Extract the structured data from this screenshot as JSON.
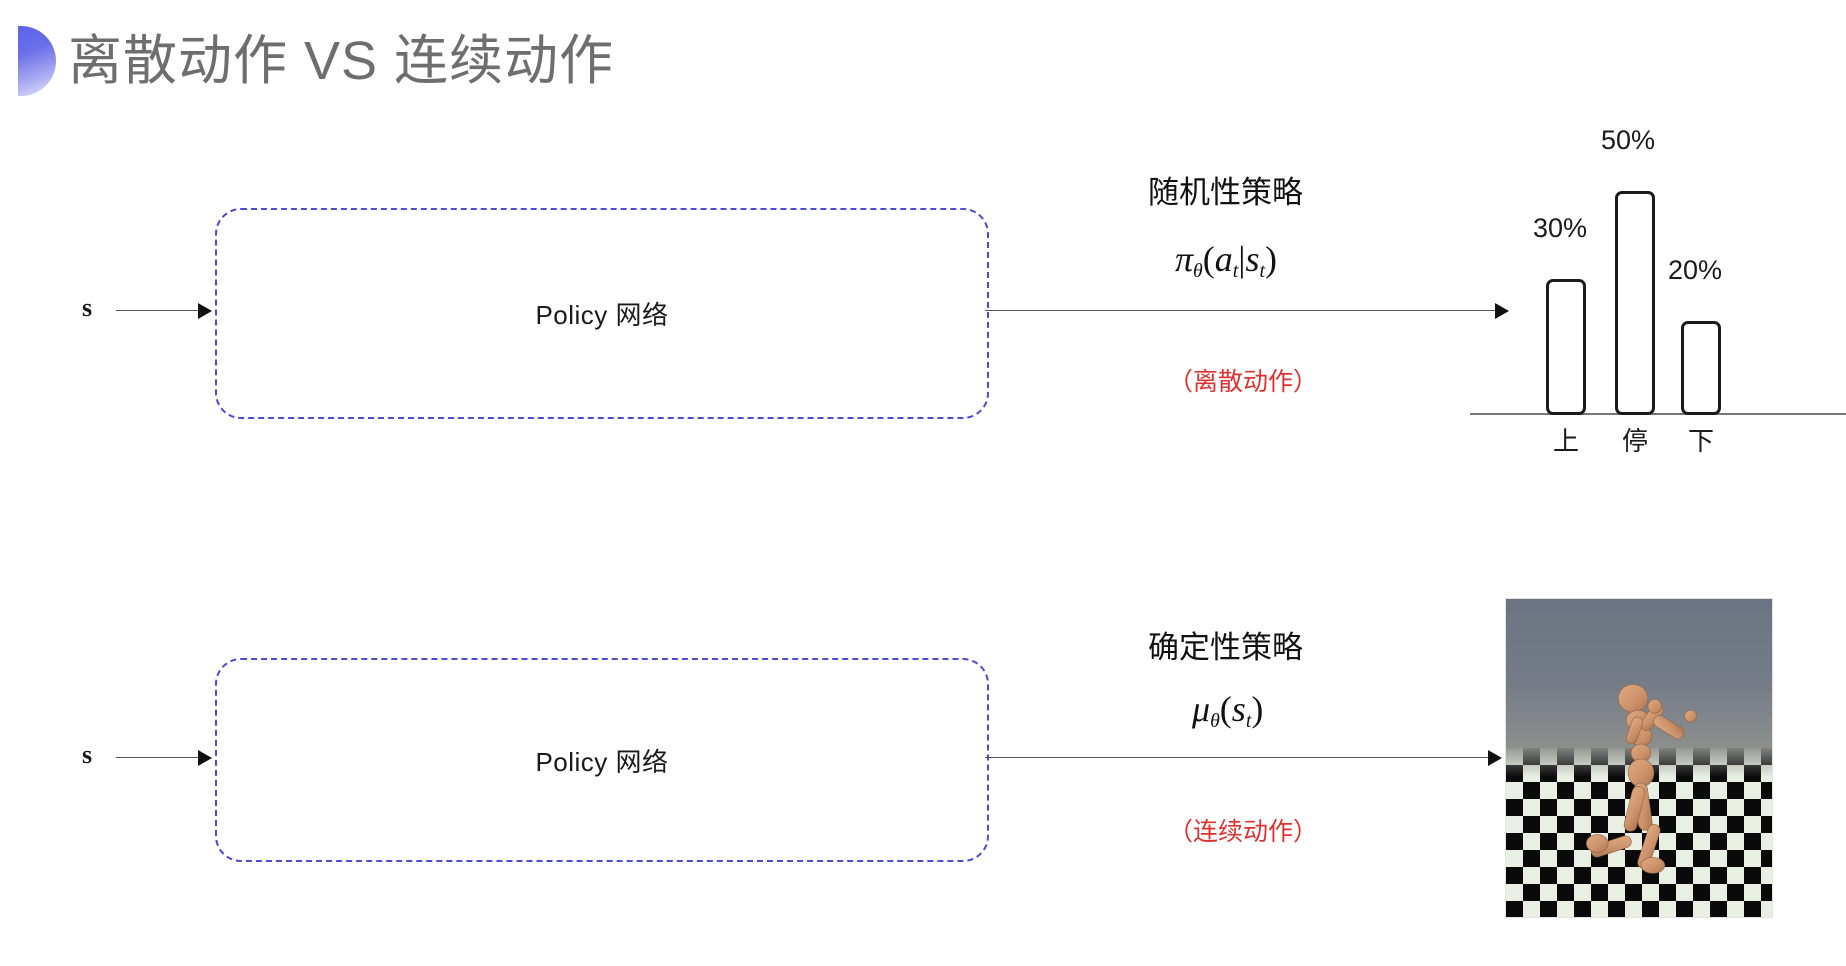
{
  "slide": {
    "title": "离散动作 VS 连续动作",
    "bullet_icon": "half-circle-bullet",
    "accent_color": "#5b63f0",
    "title_color": "#6e6e6e",
    "background_color": "#ffffff"
  },
  "rows": [
    {
      "id": "discrete",
      "input_label": "s",
      "box_label": "Policy 网络",
      "annotation_title": "随机性策略",
      "annotation_formula_plain": "π_θ(a_t|s_t)",
      "annotation_note": "（离散动作）",
      "annotation_note_color": "#e03131"
    },
    {
      "id": "continuous",
      "input_label": "s",
      "box_label": "Policy 网络",
      "annotation_title": "确定性策略",
      "annotation_formula_plain": "μ_θ(s_t)",
      "annotation_note": "（连续动作）",
      "annotation_note_color": "#e03131"
    }
  ],
  "chart_data": {
    "type": "bar",
    "title": "",
    "xlabel": "",
    "ylabel": "",
    "categories": [
      "上",
      "停",
      "下"
    ],
    "values": [
      30,
      50,
      20
    ],
    "value_labels": [
      "30%",
      "50%",
      "20%"
    ],
    "ylim": [
      0,
      55
    ],
    "grid": false,
    "legend": null,
    "bar_fill": "#ffffff",
    "bar_stroke": "#1b1b1b",
    "axis_color": "#777777"
  },
  "simulation": {
    "name": "mujoco-humanoid-thumbnail",
    "caption": "",
    "sky_color": "#6c7483",
    "floor_light": "#e9efe3",
    "floor_dark": "#0a0a0a",
    "body_color": "#cf9a72"
  }
}
